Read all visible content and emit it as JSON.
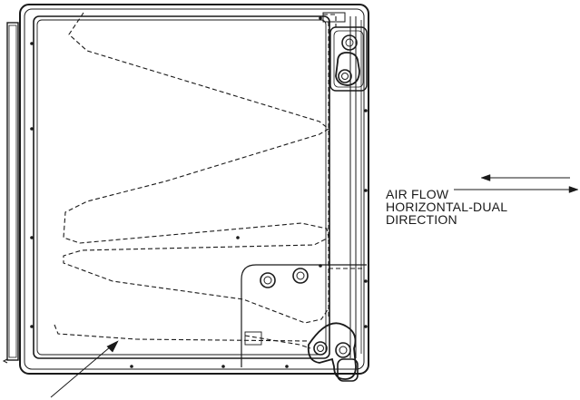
{
  "airflow_label": {
    "line1": "AIR FLOW",
    "line2": "HORIZONTAL-DUAL",
    "line3": "DIRECTION"
  },
  "colors": {
    "ink": "#1a1a1a",
    "background": "#ffffff"
  }
}
